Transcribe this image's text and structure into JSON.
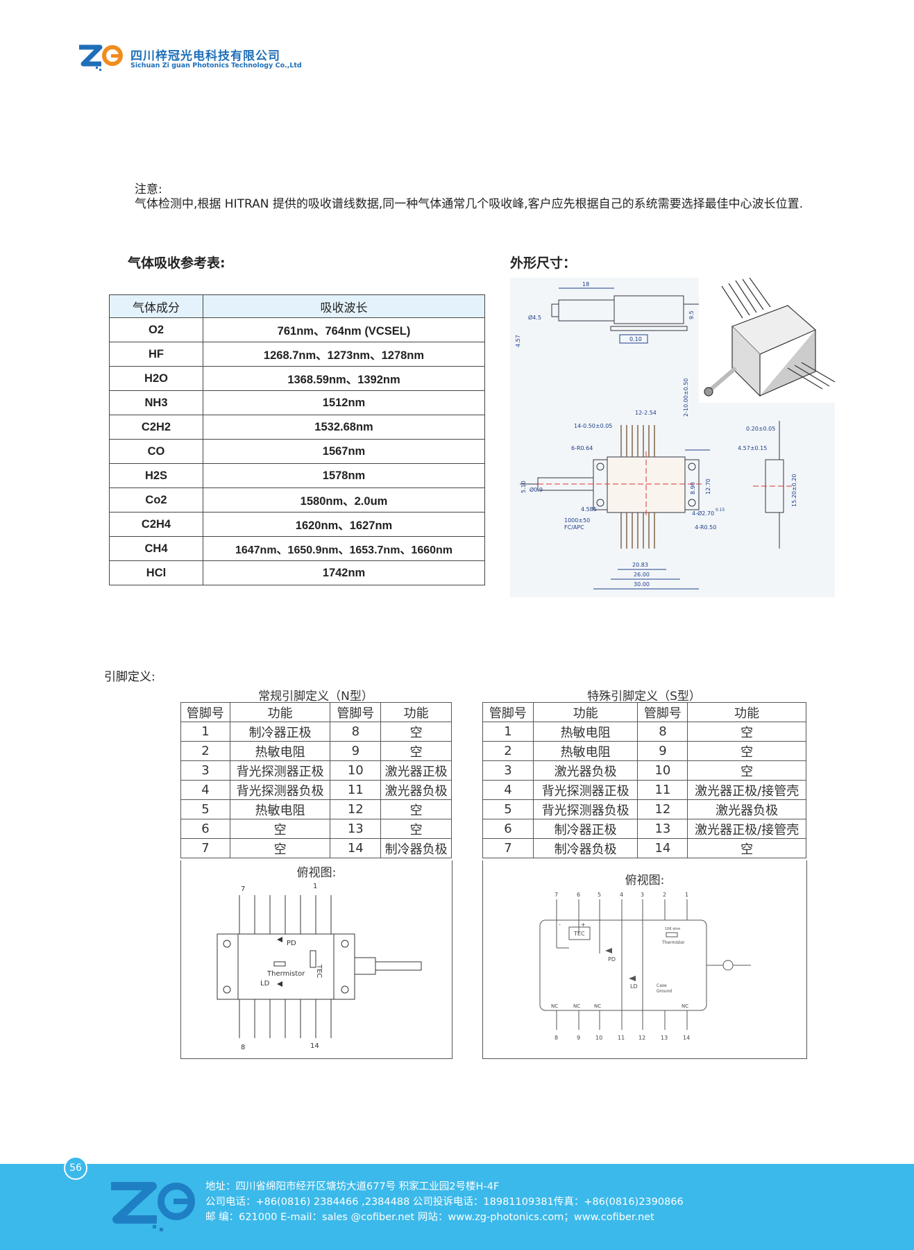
{
  "header": {
    "company_cn": "四川梓冠光电科技有限公司",
    "company_en": "Sichuan Zi guan Photonics Technology Co.,Ltd"
  },
  "note": {
    "title": "注意:",
    "text": "气体检测中,根据 HITRAN 提供的吸收谱线数据,同一种气体通常几个吸收峰,客户应先根据自己的系统需要选择最佳中心波长位置."
  },
  "gas_section": {
    "title": "气体吸收参考表:",
    "headers": [
      "气体成分",
      "吸收波长"
    ],
    "rows": [
      [
        "O2",
        "761nm、764nm (VCSEL)"
      ],
      [
        "HF",
        "1268.7nm、1273nm、1278nm"
      ],
      [
        "H2O",
        "1368.59nm、1392nm"
      ],
      [
        "NH3",
        "1512nm"
      ],
      [
        "C2H2",
        "1532.68nm"
      ],
      [
        "CO",
        "1567nm"
      ],
      [
        "H2S",
        "1578nm"
      ],
      [
        "Co2",
        "1580nm、2.0um"
      ],
      [
        "C2H4",
        "1620nm、1627nm"
      ],
      [
        "CH4",
        "1647nm、1650.9nm、1653.7nm、1660nm"
      ],
      [
        "HCl",
        "1742nm"
      ]
    ]
  },
  "dimension_section": {
    "title": "外形尺寸：",
    "labels": {
      "d18": "18",
      "d457": "4.57",
      "d45": "Ø4.5",
      "d95": "9.5",
      "d010": "0.10",
      "d1400": "14-0.50±0.05",
      "d1254": "12-2.54",
      "d210": "2-10.00±0.50",
      "d6r": "6-R0.64",
      "d510": "5.10",
      "d09": "Ø0.9",
      "d890": "8.90",
      "d1270": "12.70",
      "d4585": "4.585",
      "d1000": "1000±50",
      "dfc": "FC/APC",
      "d4270": "4-Ø2.70",
      "d015": "0.15",
      "d4r": "4-R0.50",
      "d2083": "20.83",
      "d2600": "26.00",
      "d3000": "30.00",
      "d020": "0.20±0.05",
      "d457b": "4.57±0.15",
      "d1520": "15.20±0.20"
    }
  },
  "pin_section": {
    "title": "引脚定义:",
    "n_type": {
      "caption": "常规引脚定义（N型）",
      "headers": [
        "管脚号",
        "功能",
        "管脚号",
        "功能"
      ],
      "rows": [
        [
          "1",
          "制冷器正极",
          "8",
          "空"
        ],
        [
          "2",
          "热敏电阻",
          "9",
          "空"
        ],
        [
          "3",
          "背光探测器正极",
          "10",
          "激光器正极"
        ],
        [
          "4",
          "背光探测器负极",
          "11",
          "激光器负极"
        ],
        [
          "5",
          "热敏电阻",
          "12",
          "空"
        ],
        [
          "6",
          "空",
          "13",
          "空"
        ],
        [
          "7",
          "空",
          "14",
          "制冷器负极"
        ]
      ],
      "view_caption": "俯视图:",
      "diagram": {
        "pin7": "7",
        "pin1": "1",
        "pin8": "8",
        "pin14": "14",
        "pd": "PD",
        "tec": "TEC",
        "thermistor": "Thermistor",
        "ld": "LD"
      }
    },
    "s_type": {
      "caption": "特殊引脚定义（S型）",
      "headers": [
        "管脚号",
        "功能",
        "管脚号",
        "功能"
      ],
      "rows": [
        [
          "1",
          "热敏电阻",
          "8",
          "空"
        ],
        [
          "2",
          "热敏电阻",
          "9",
          "空"
        ],
        [
          "3",
          "激光器负极",
          "10",
          "空"
        ],
        [
          "4",
          "背光探测器正极",
          "11",
          "激光器正极/接管壳"
        ],
        [
          "5",
          "背光探测器负极",
          "12",
          "激光器负极"
        ],
        [
          "6",
          "制冷器正极",
          "13",
          "激光器正极/接管壳"
        ],
        [
          "7",
          "制冷器负极",
          "14",
          "空"
        ]
      ],
      "view_caption": "俯视图:",
      "diagram": {
        "top_pins": [
          "7",
          "6",
          "5",
          "4",
          "3",
          "2",
          "1"
        ],
        "bottom_pins": [
          "8",
          "9",
          "10",
          "11",
          "12",
          "13",
          "14"
        ],
        "nc": "NC",
        "tec": "TEC",
        "pd": "PD",
        "ld": "LD",
        "therm_val": "10K ohm",
        "therm": "Thermistor",
        "case1": "Case",
        "case2": "Ground",
        "minus": "-",
        "plus": "+"
      }
    }
  },
  "footer": {
    "page": "56",
    "address": "地址：四川省绵阳市经开区塘坊大道677号 积家工业园2号楼H-4F",
    "phone": "公司电话：+86(0816) 2384466 ,2384488   公司投诉电话：18981109381传真：+86(0816)2390866",
    "contact": "邮  编：621000  E-mail：sales @cofiber.net      网站：www.zg-photonics.com；www.cofiber.net"
  }
}
